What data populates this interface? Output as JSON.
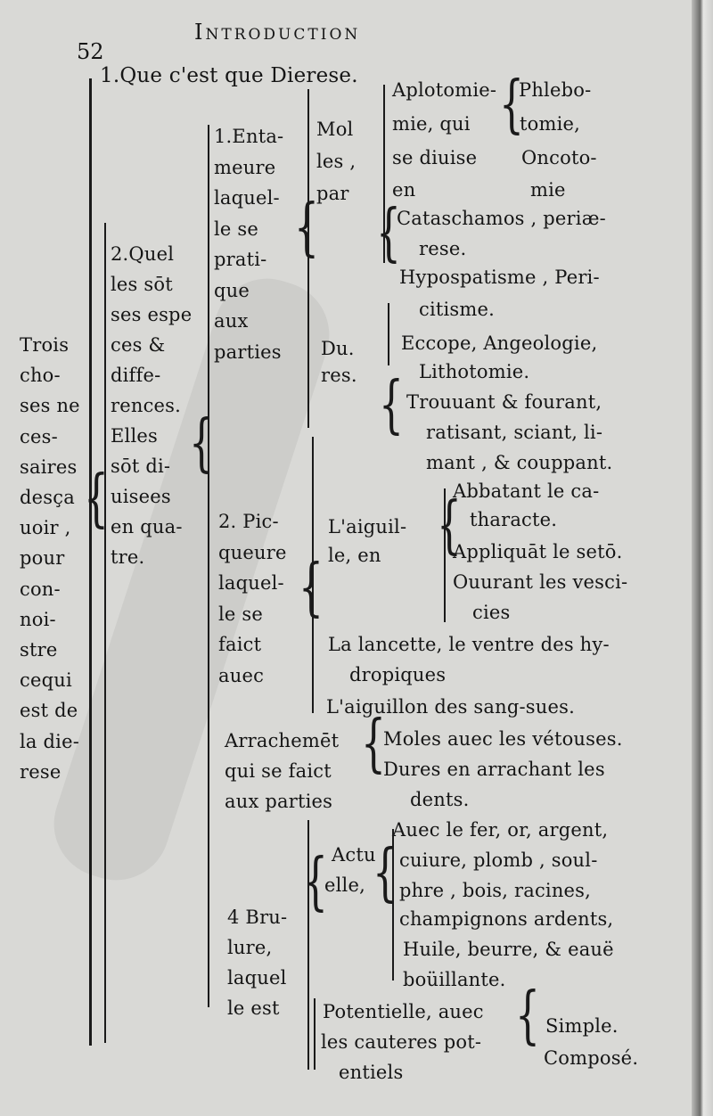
{
  "header": {
    "page_number": "52",
    "running_title": "Introduction"
  },
  "item1": "1.Que c'est que Dierese.",
  "col_trois": [
    "Trois",
    "cho-",
    "ses ne",
    "ces-",
    "saires",
    "desça",
    "uoir ,",
    "pour",
    "con-",
    "noi-",
    "stre",
    "cequi",
    "est de",
    "la die-",
    "rese"
  ],
  "col_quel": [
    "2.Quel",
    "les sōt",
    "ses espe",
    "ces &",
    "diffe-",
    "rences.",
    "Elles",
    "sōt di-",
    "uisees",
    "en qua-",
    "tre."
  ],
  "col_entameure": [
    "1.Enta-",
    "meure",
    "laquel-",
    "le se",
    "prati-",
    "que",
    "aux",
    "parties"
  ],
  "col_picqueure": [
    "2. Pic-",
    "queure",
    "laquel-",
    "le se",
    "faict",
    "auec"
  ],
  "col_arrachement": [
    "Arrachemēt",
    "qui se faict",
    "aux parties"
  ],
  "col_brulure": [
    "4 Bru-",
    "lure,",
    "laquel",
    "le est"
  ],
  "col_molles": [
    "Mol",
    "les ,",
    "par"
  ],
  "col_dures": [
    "Du.",
    "res."
  ],
  "col_aiguille": [
    "L'aiguil-",
    "le, en"
  ],
  "col_actuelle": [
    "Actu",
    "elle,"
  ],
  "col_aplotomie": [
    "Aplotomie-",
    "mie, qui",
    "se diuise",
    "en"
  ],
  "col_phlebotomie": [
    "Phlebo-",
    "tomie,",
    "Oncoto-",
    "mie"
  ],
  "col_right": [
    "Cataschamos , periæ-",
    "rese.",
    "Hypospatisme , Peri-",
    "citisme.",
    "Eccope, Angeologie,",
    "Lithotomie.",
    "Trouuant & fourant,",
    "ratisant, sciant, li-",
    "mant , & couppant.",
    "Abbatant le ca-",
    "tharacte.",
    "Appliquāt le setō.",
    "Ouurant les vesci-",
    "cies",
    "La lancette, le ventre des hy-",
    "dropiques",
    "L'aiguillon des sang-sues.",
    "Moles auec les vétouses.",
    "Dures en arrachant les",
    "dents.",
    "Auec le fer, or, argent,",
    "cuiure, plomb , soul-",
    "phre , bois, racines,",
    "champignons ardents,",
    "Huile, beurre, & eauë",
    "boüillante.",
    "Potentielle, auec",
    "les cauteres pot-",
    "entiels"
  ],
  "col_cautere": [
    "Simple.",
    "Composé."
  ]
}
